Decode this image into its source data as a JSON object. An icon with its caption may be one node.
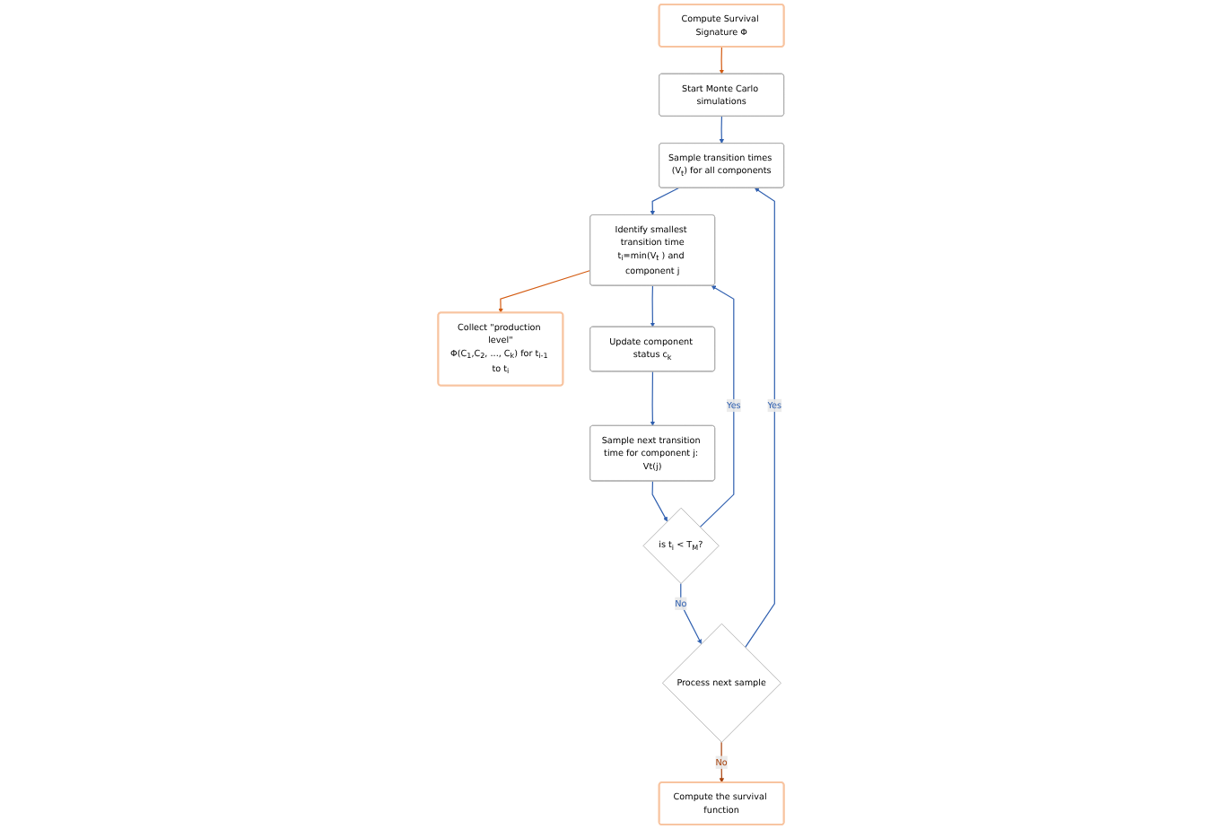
{
  "diagram": {
    "nodes": [
      {
        "text": [
          "Compute Survival Signature Φ"
        ]
      },
      {
        "text": [
          "Start Monte Carlo simulations"
        ]
      },
      {
        "text": [
          "Sample transition times (V$_{t}$) for all components"
        ]
      },
      {
        "text": [
          "Collect \"production level\"",
          "Φ(C$_{1}$,C$_{2}$, ..., C$_{k}$) for t$_{i-1}$ to t$_{i}$"
        ]
      },
      {
        "text": [
          "Identify smallest transition time",
          "t$_{i}$=min(V$_{t}$ ) and component j"
        ]
      },
      {
        "text": [
          "Update component status c$_{k}$"
        ]
      },
      {
        "text": [
          "Sample next transition time for component j: Vt(j)"
        ]
      },
      {
        "text": [
          "Compute the survival function"
        ]
      },
      {
        "text": [
          "Process next sample"
        ]
      },
      {
        "text": [
          "is t$_{i}$ < T$_{M}$?"
        ]
      }
    ],
    "edges": [
      {
        "from": 0,
        "to": 1,
        "arrow": "to",
        "color": "#d35a10"
      },
      {
        "from": 1,
        "to": 2,
        "arrow": "to"
      },
      {
        "from": 2,
        "to": 4,
        "arrow": "to"
      },
      {
        "from": 4,
        "to": 3,
        "arrow": "to",
        "color": "#d35a10"
      },
      {
        "from": 4,
        "to": 5,
        "arrow": "to"
      },
      {
        "from": 5,
        "to": 6,
        "arrow": "to"
      },
      {
        "from": 6,
        "to": 9,
        "arrow": "to"
      },
      {
        "from": 9,
        "to": 8,
        "arrow": "to",
        "label": "No"
      },
      {
        "from": 9,
        "to": 4,
        "arrow": "to",
        "label": "Yes"
      },
      {
        "from": 8,
        "to": 2,
        "arrow": "to",
        "label": "Yes"
      },
      {
        "from": 8,
        "to": 7,
        "arrow": "to",
        "label": "No",
        "color": "#a8410a"
      }
    ]
  }
}
